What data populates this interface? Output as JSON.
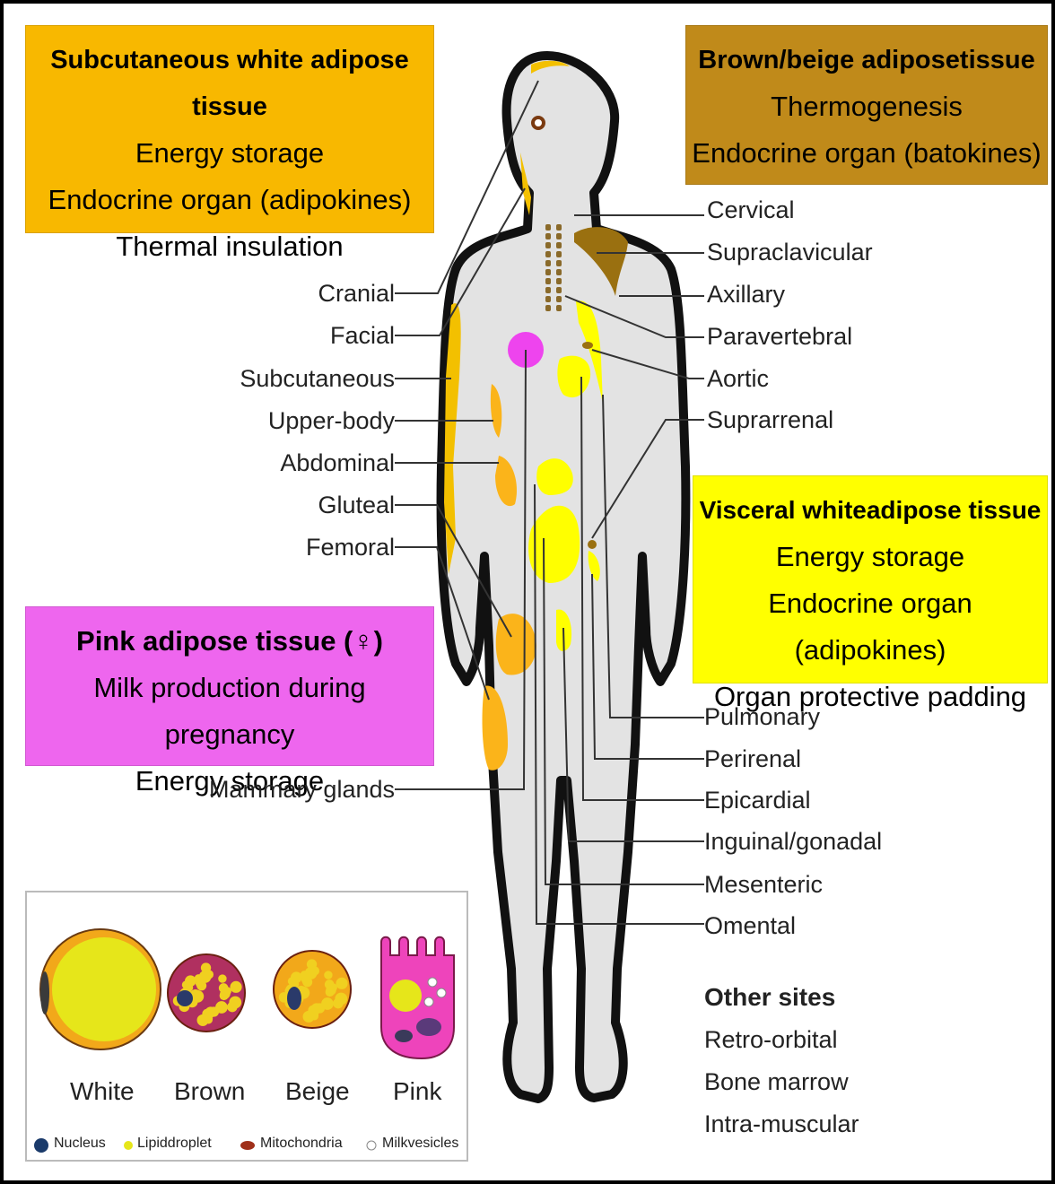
{
  "boxes": {
    "subcutaneous": {
      "title": "Subcutaneous white adipose tissue",
      "lines": [
        "Energy storage",
        "Endocrine organ (adipokines)",
        "Thermal insulation"
      ],
      "color": "#f8b800"
    },
    "brown": {
      "title": "Brown/beige adiposetissue",
      "lines": [
        "Thermogenesis",
        "Endocrine organ (batokines)"
      ],
      "color": "#c08a1a"
    },
    "visceral": {
      "title": "Visceral whiteadipose  tissue",
      "lines": [
        "Energy storage",
        "Endocrine organ (adipokines)",
        "Organ protective padding"
      ],
      "color": "#ffff00"
    },
    "pink": {
      "title": "Pink adipose tissue (♀)",
      "lines": [
        "Milk production during pregnancy",
        "Energy storage"
      ],
      "color": "#ee66ee"
    }
  },
  "left_labels": [
    "Cranial",
    "Facial",
    "Subcutaneous",
    "Upper-body",
    "Abdominal",
    "Gluteal",
    "Femoral",
    "Mammary glands"
  ],
  "right_labels_top": [
    "Cervical",
    "Supraclavicular",
    "Axillary",
    "Paravertebral",
    "Aortic",
    "Suprarrenal"
  ],
  "right_labels_bottom": [
    "Pulmonary",
    "Perirenal",
    "Epicardial",
    "Inguinal/gonadal",
    "Mesenteric",
    "Omental"
  ],
  "other_sites": {
    "title": "Other sites",
    "items": [
      "Retro-orbital",
      "Bone marrow",
      "Intra-muscular"
    ]
  },
  "legend": {
    "cells": [
      "White",
      "Brown",
      "Beige",
      "Pink"
    ],
    "keys": [
      "Nucleus",
      "Lipiddroplet",
      "Mitochondria",
      "Milkvesicles"
    ]
  },
  "colors": {
    "white_fat": "#fbb41a",
    "visceral_fat": "#ffff00",
    "brown_fat": "#9a7010",
    "pink_fat": "#ee44ee",
    "body": "#e3e3e3"
  }
}
